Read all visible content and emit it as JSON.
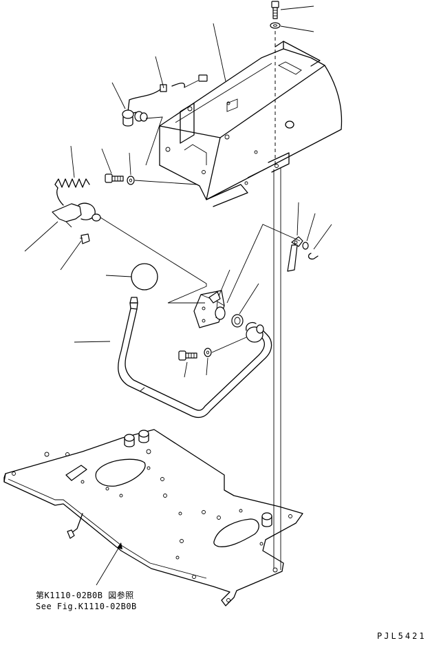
{
  "reference": {
    "japanese": "第K1110-02B0B 図参照",
    "english": "See Fig.K1110-02B0B"
  },
  "drawing_code": "PJL5421"
}
